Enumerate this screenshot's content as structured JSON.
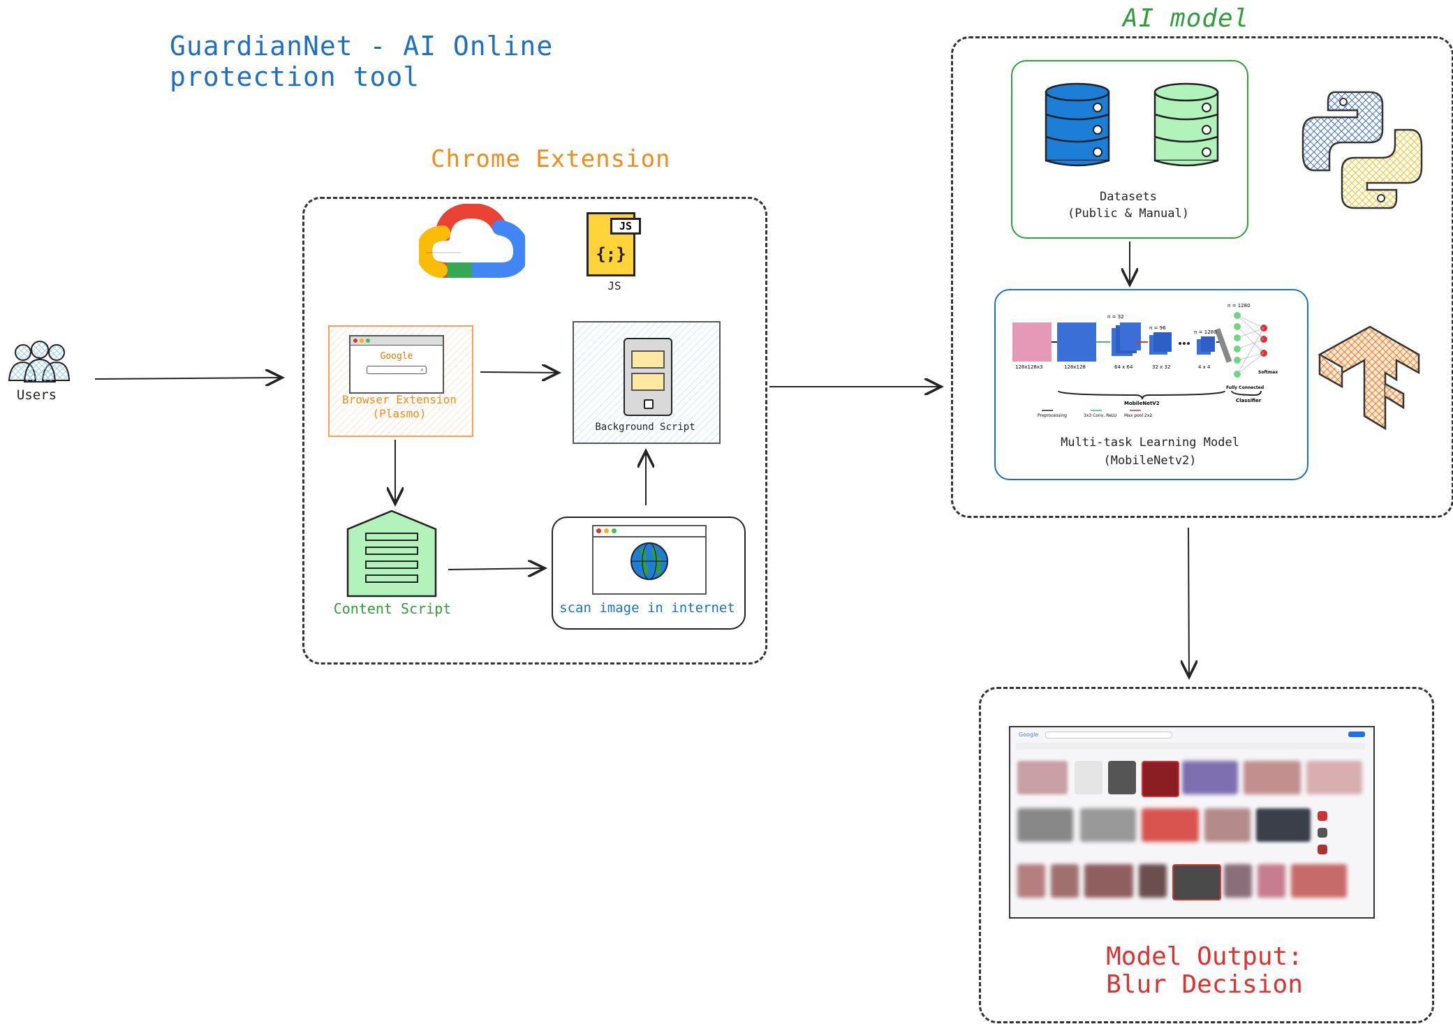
{
  "title": "GuardianNet - AI Online protection tool",
  "users": {
    "label": "Users"
  },
  "chrome_extension": {
    "heading": "Chrome Extension",
    "js_badge": "JS",
    "js_file_symbol": "{;}",
    "js_caption": "JS",
    "browser_extension": {
      "google_text": "Google",
      "label_line1": "Browser Extension",
      "label_line2": "(Plasmo)"
    },
    "background_script": {
      "label": "Background Script"
    },
    "content_script": {
      "label": "Content Script"
    },
    "scan_image": {
      "label": "scan image in internet"
    }
  },
  "ai_model": {
    "heading": "AI model",
    "datasets": {
      "label_line1": "Datasets",
      "label_line2": "(Public & Manual)"
    },
    "mtl": {
      "label_line1": "Multi-task Learning Model",
      "label_line2": "(MobileNetv2)",
      "diagram": {
        "n_labels": [
          "n = 32",
          "n = 96",
          "n = 1280",
          "n = 1280"
        ],
        "size_labels": [
          "128x128x3",
          "128x128",
          "64 x 64",
          "32 x 32",
          "4 x 4"
        ],
        "mobilenet": "MobileNetV2",
        "classifier": "Classifier",
        "fully_connected": "Fully Connected",
        "softmax": "Softmax",
        "legend": [
          "Preprocessing",
          "3x3 Conv, ReLU",
          "Max pool 2x2"
        ]
      }
    }
  },
  "output": {
    "label_line1": "Model Output:",
    "label_line2": "Blur Decision",
    "browser_logo": "Google"
  },
  "colors": {
    "title_blue": "#1e6fc4",
    "orange": "#f08c1a",
    "green": "#2f9e3b",
    "red": "#e03131",
    "dataset_blue": "#1c7ed6",
    "dataset_green": "#b2f2bb",
    "box_blue": "#1971c2"
  },
  "icons": [
    "users-icon",
    "google-cloud-icon",
    "js-file-icon",
    "browser-window-icon",
    "tablet-icon",
    "document-icon",
    "globe-icon",
    "database-icon",
    "python-icon",
    "tensorflow-icon"
  ]
}
